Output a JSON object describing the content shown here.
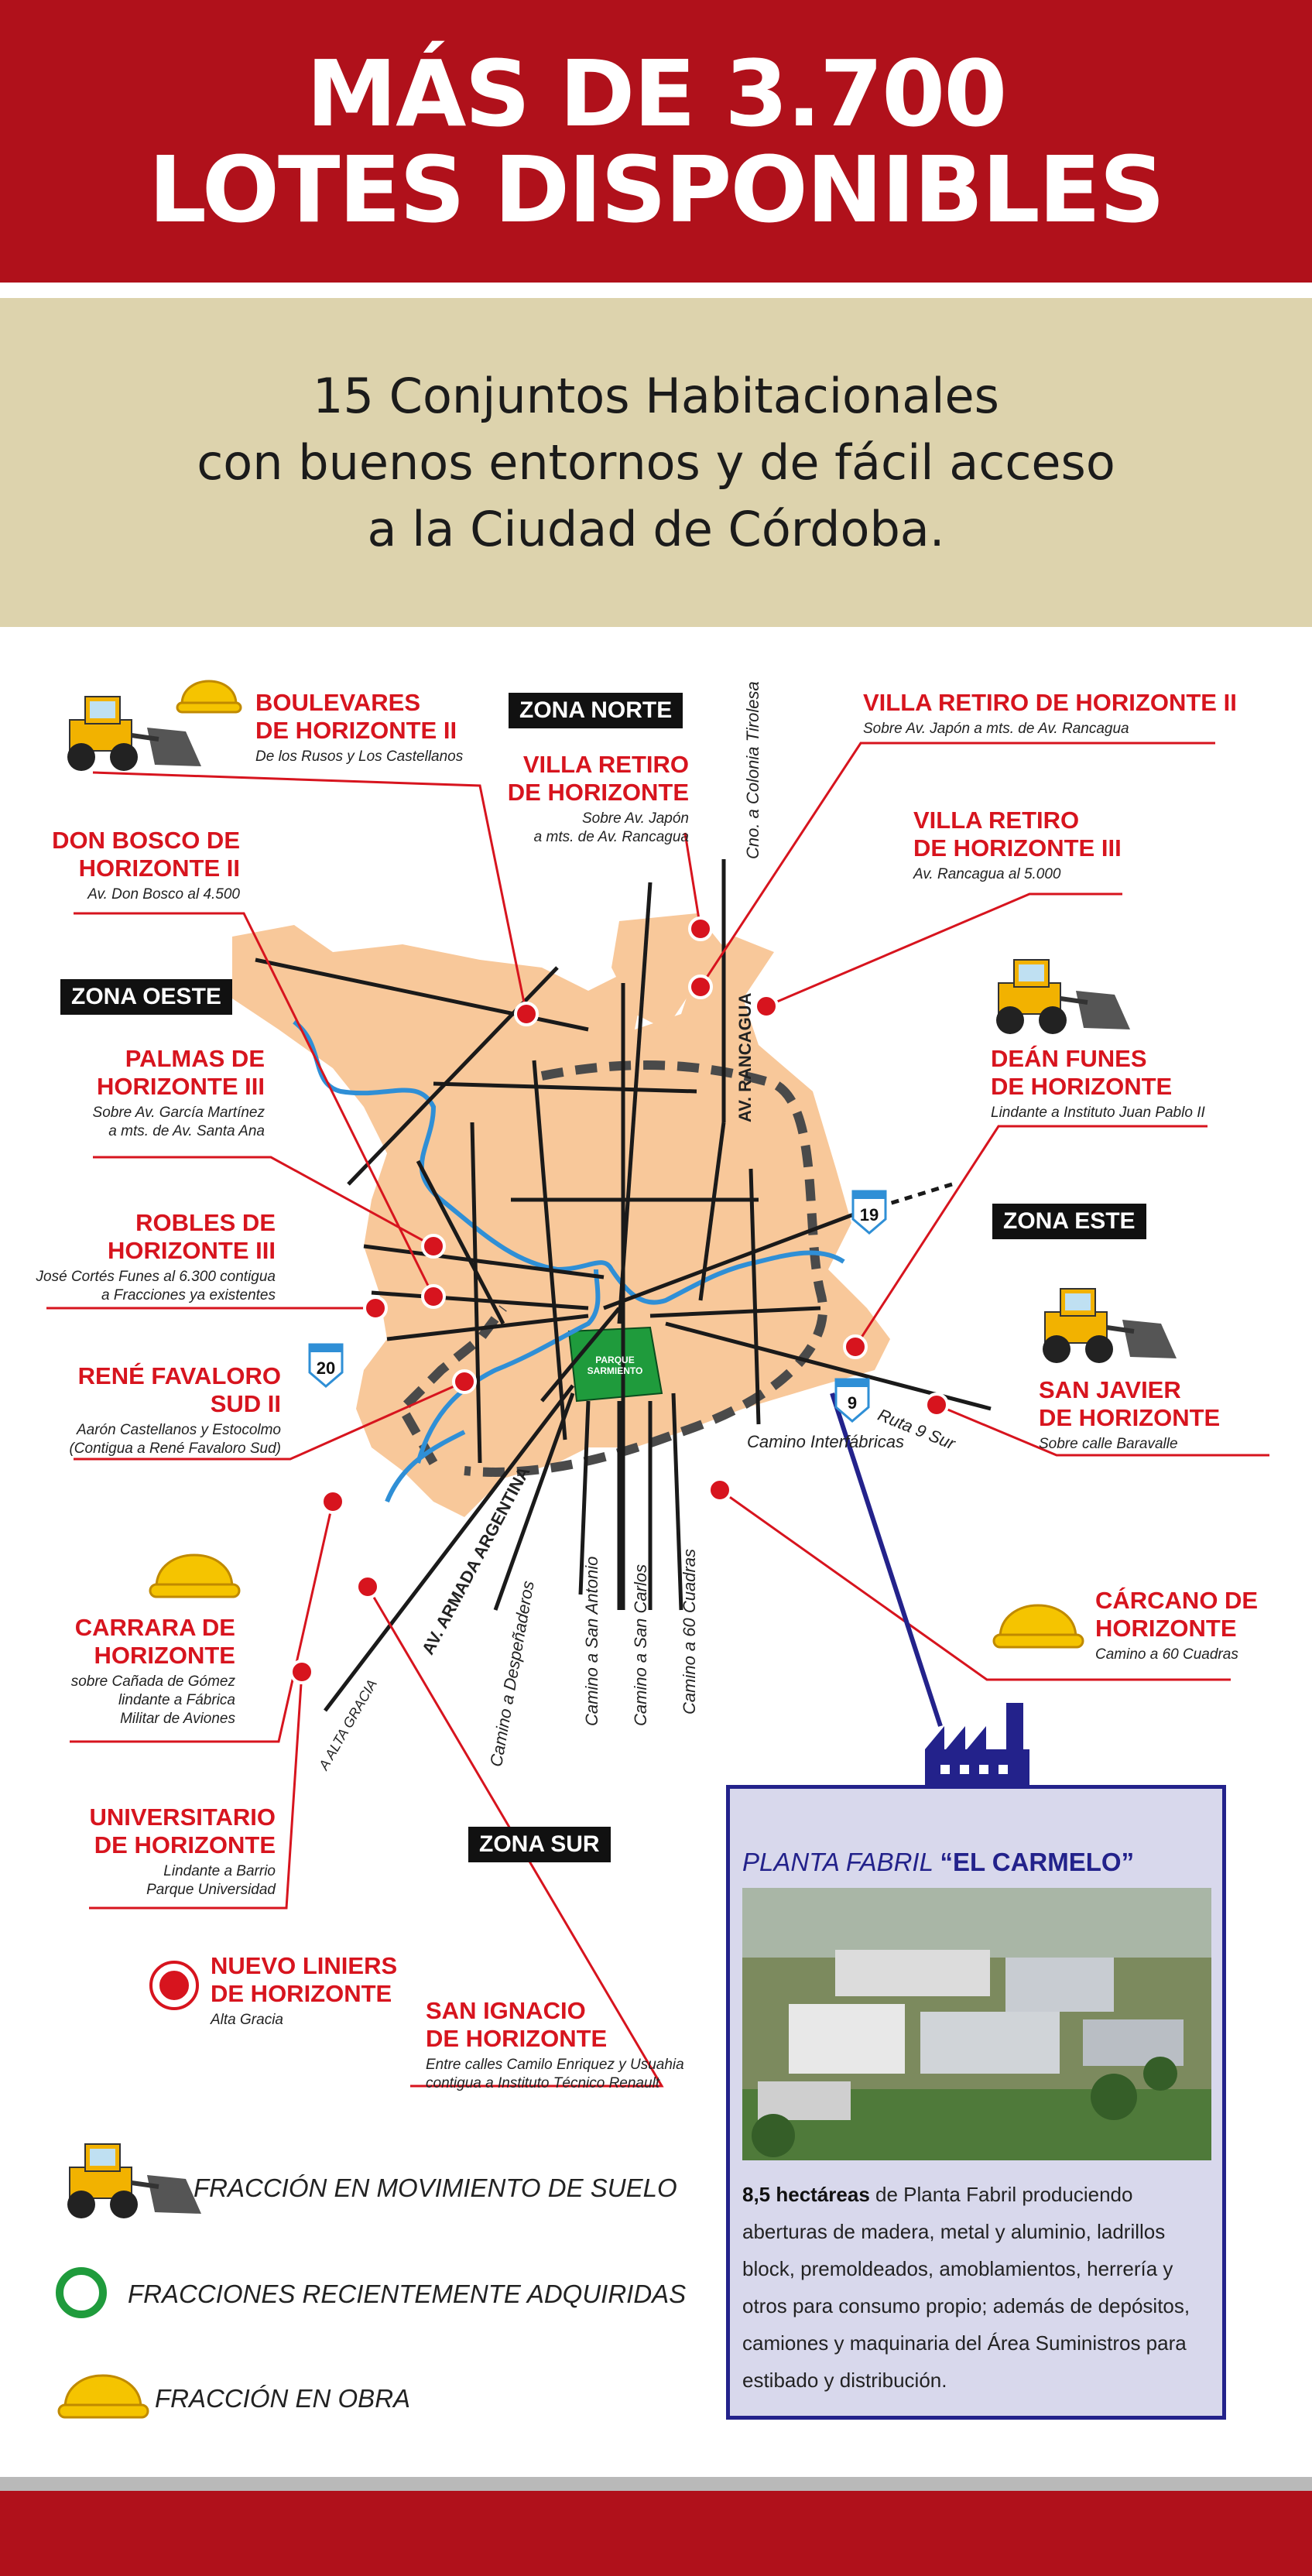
{
  "header": {
    "line1": "MÁS DE 3.700",
    "line2": "LOTES DISPONIBLES"
  },
  "subtitle": {
    "line1": "15 Conjuntos Habitacionales",
    "line2": "con buenos entornos y de fácil acceso",
    "line3": "a la Ciudad de Córdoba."
  },
  "zones": {
    "north": "ZONA NORTE",
    "west": "ZONA OESTE",
    "east": "ZONA ESTE",
    "south": "ZONA SUR"
  },
  "locations": [
    {
      "title1": "BOULEVARES",
      "title2": "DE HORIZONTE II",
      "desc1": "De los Rusos y Los Castellanos",
      "desc2": ""
    },
    {
      "title1": "VILLA RETIRO",
      "title2": "DE HORIZONTE",
      "desc1": "Sobre Av. Japón",
      "desc2": "a mts. de Av. Rancagua"
    },
    {
      "title1": "VILLA RETIRO DE HORIZONTE II",
      "title2": "",
      "desc1": "Sobre Av. Japón a mts. de Av. Rancagua",
      "desc2": ""
    },
    {
      "title1": "VILLA RETIRO",
      "title2": "DE HORIZONTE III",
      "desc1": "Av. Rancagua al 5.000",
      "desc2": ""
    },
    {
      "title1": "DON BOSCO DE",
      "title2": "HORIZONTE II",
      "desc1": "Av. Don Bosco al 4.500",
      "desc2": ""
    },
    {
      "title1": "PALMAS DE",
      "title2": "HORIZONTE III",
      "desc1": "Sobre Av. García Martínez",
      "desc2": "a mts. de Av. Santa Ana"
    },
    {
      "title1": "ROBLES DE",
      "title2": "HORIZONTE III",
      "desc1": "José Cortés Funes al 6.300 contigua",
      "desc2": "a Fracciones ya existentes"
    },
    {
      "title1": "RENÉ FAVALORO",
      "title2": "SUD II",
      "desc1": "Aarón Castellanos y Estocolmo",
      "desc2": "(Contigua a René Favaloro Sud)"
    },
    {
      "title1": "DEÁN FUNES",
      "title2": "DE HORIZONTE",
      "desc1": "Lindante a Instituto Juan Pablo II",
      "desc2": ""
    },
    {
      "title1": "SAN JAVIER",
      "title2": "DE HORIZONTE",
      "desc1": "Sobre calle Baravalle",
      "desc2": ""
    },
    {
      "title1": "CÁRCANO DE",
      "title2": "HORIZONTE",
      "desc1": "Camino a 60 Cuadras",
      "desc2": ""
    },
    {
      "title1": "CARRARA DE",
      "title2": "HORIZONTE",
      "desc1": "sobre Cañada de Gómez",
      "desc2": "lindante a Fábrica",
      "desc3": "Militar de Aviones"
    },
    {
      "title1": "UNIVERSITARIO",
      "title2": "DE HORIZONTE",
      "desc1": "Lindante a Barrio",
      "desc2": "Parque Universidad"
    },
    {
      "title1": "NUEVO LINIERS",
      "title2": "DE HORIZONTE",
      "desc1": "Alta Gracia",
      "desc2": ""
    },
    {
      "title1": "SAN IGNACIO",
      "title2": "DE HORIZONTE",
      "desc1": "Entre calles Camilo Enriquez y Usuahia",
      "desc2": "contigua a Instituto Técnico Renault"
    }
  ],
  "roads": {
    "colonia": "Cno. a Colonia Tirolesa",
    "rancagua": "AV. RANCAGUA",
    "armada": "AV. ARMADA ARGENTINA",
    "despenaderos": "Camino a Despeñaderos",
    "san_antonio": "Camino a San Antonio",
    "san_carlos": "Camino a San Carlos",
    "sesenta": "Camino a 60 Cuadras",
    "alta_gracia": "A ALTA GRACIA",
    "interfabricas": "Camino Interfábricas",
    "ruta9": "Ruta 9 Sur",
    "parque": "PARQUE SARMIENTO"
  },
  "route_shields": {
    "r19": "19",
    "r20": "20",
    "r9": "9"
  },
  "legend": {
    "movimiento": "FRACCIÓN EN MOVIMIENTO DE SUELO",
    "adquiridas": "FRACCIONES RECIENTEMENTE ADQUIRIDAS",
    "obra": "FRACCIÓN EN OBRA"
  },
  "plant": {
    "title_prefix": "PLANTA FABRIL",
    "title_name": "“EL CARMELO”",
    "text_bold": "8,5 hectáreas",
    "text_rest": " de Planta Fabril produciendo aberturas de madera, metal y aluminio, ladrillos block, premoldeados, amoblamientos, herrería y otros para consumo propio; además de depósitos, camiones y maquinaria del Área Suministros para estibado y distribución."
  },
  "colors": {
    "brand_red": "#b0111b",
    "label_red": "#d7141e",
    "beige": "#ddd3ad",
    "city_fill": "#f8c89a",
    "river": "#2f8fd6",
    "park_green": "#1f9b3c",
    "navy": "#23228b"
  }
}
